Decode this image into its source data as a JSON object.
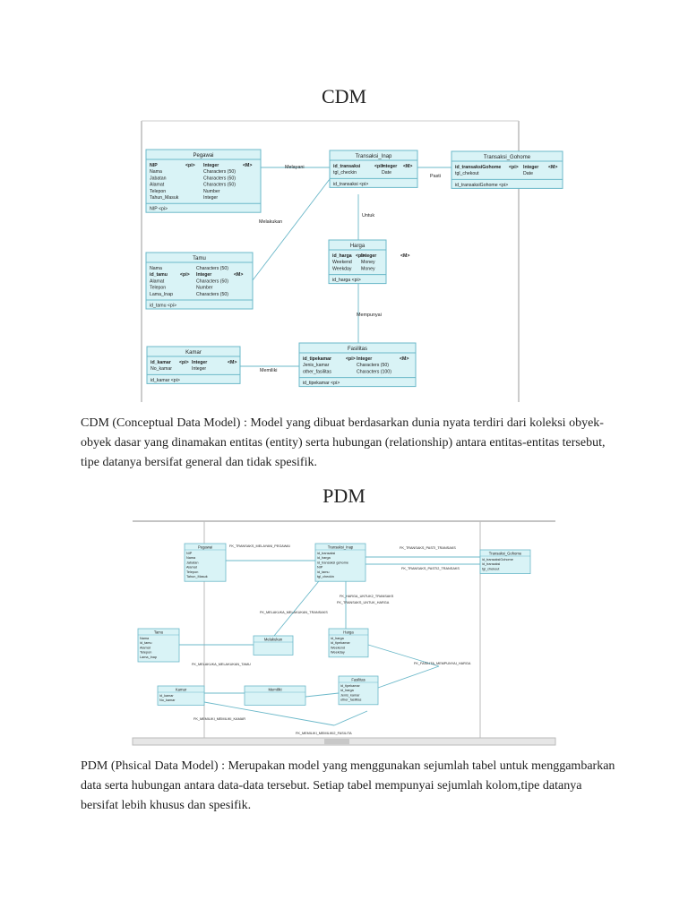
{
  "cdm": {
    "heading": "CDM",
    "paragraph": "CDM (Conceptual Data Model) : Model yang dibuat berdasarkan dunia nyata terdiri dari koleksi obyek-obyek dasar yang dinamakan entitas (entity) serta hubungan (relationship) antara entitas-entitas tersebut, tipe datanya bersifat general dan tidak spesifik.",
    "entities": [
      {
        "title": "Pegawai",
        "attrs": [
          [
            "NIP",
            "<pi>",
            "Integer",
            "<M>"
          ],
          [
            "Nama",
            "",
            "Characters (50)",
            ""
          ],
          [
            "Jabatan",
            "",
            "Characters (50)",
            ""
          ],
          [
            "Alamat",
            "",
            "Characters (50)",
            ""
          ],
          [
            "Telepon",
            "",
            "Number",
            ""
          ],
          [
            "Tahun_Masuk",
            "",
            "Integer",
            ""
          ]
        ],
        "identifier": "NIP <pi>"
      },
      {
        "title": "Transaksi_Inap",
        "attrs": [
          [
            "id_transaksi",
            "<pi>",
            "Integer",
            "<M>"
          ],
          [
            "tgl_checkin",
            "",
            "Date",
            ""
          ]
        ],
        "identifier": "id_transaksi <pi>"
      },
      {
        "title": "Transaksi_Gohome",
        "attrs": [
          [
            "id_transaksiGohome",
            "<pi>",
            "Integer",
            "<M>"
          ],
          [
            "tgl_chekout",
            "",
            "Date",
            ""
          ]
        ],
        "identifier": "id_transaksiGohome <pi>"
      },
      {
        "title": "Tamu",
        "attrs": [
          [
            "Nama",
            "",
            "Characters (50)",
            ""
          ],
          [
            "id_tamu",
            "<pi>",
            "Integer",
            "<M>"
          ],
          [
            "Alamat",
            "",
            "Characters (50)",
            ""
          ],
          [
            "Telepon",
            "",
            "Number",
            ""
          ],
          [
            "Lama_Inap",
            "",
            "Characters (50)",
            ""
          ]
        ],
        "identifier": "id_tamu <pi>"
      },
      {
        "title": "Harga",
        "attrs": [
          [
            "id_harga",
            "<pi>",
            "Integer",
            "<M>"
          ],
          [
            "Weekend",
            "",
            "Money",
            ""
          ],
          [
            "Weekday",
            "",
            "Money",
            ""
          ]
        ],
        "identifier": "id_harga <pi>"
      },
      {
        "title": "Kamar",
        "attrs": [
          [
            "id_kamar",
            "<pi>",
            "Integer",
            "<M>"
          ],
          [
            "No_kamar",
            "",
            "Integer",
            ""
          ]
        ],
        "identifier": "id_kamar <pi>"
      },
      {
        "title": "Fasilitas",
        "attrs": [
          [
            "id_tipekamar",
            "<pi>",
            "Integer",
            "<M>"
          ],
          [
            "Jenis_kamar",
            "",
            "Characters (50)",
            ""
          ],
          [
            "other_fasilitas",
            "",
            "Characters (100)",
            ""
          ]
        ],
        "identifier": "id_tipekamar <pi>"
      }
    ],
    "relationships": [
      "Melayani",
      "Pasti",
      "Melakukan",
      "Untuk",
      "Mempunyai",
      "Memiliki"
    ]
  },
  "pdm": {
    "heading": "PDM",
    "paragraph": "PDM (Phsical Data Model) : Merupakan model yang menggunakan sejumlah tabel untuk menggambarkan data serta hubungan antara data-data tersebut. Setiap tabel mempunyai sejumlah kolom,tipe datanya bersifat lebih khusus dan spesifik.",
    "tables": [
      {
        "title": "Pegawai",
        "rows": [
          "NIP",
          "Nama",
          "Jabatan",
          "Alamat",
          "Telepon",
          "Tahun_Masuk"
        ]
      },
      {
        "title": "Transaksi_Inap",
        "rows": [
          "id_transaksi",
          "id_harga",
          "id_transaksi gohome",
          "NIP",
          "id_tamu",
          "tgl_checkin"
        ]
      },
      {
        "title": "Transaksi_Gohome",
        "rows": [
          "id_transaksiGohome",
          "id_transaksi",
          "tgl_chekout"
        ]
      },
      {
        "title": "Tamu",
        "rows": [
          "Nama",
          "id_tamu",
          "Alamat",
          "Telepon",
          "Lama_Inap"
        ]
      },
      {
        "title": "Melakukan",
        "rows": []
      },
      {
        "title": "Harga",
        "rows": [
          "id_harga",
          "id_tipekamar",
          "Weekend",
          "Weekday"
        ]
      },
      {
        "title": "Kamar",
        "rows": [
          "id_kamar",
          "No_kamar"
        ]
      },
      {
        "title": "Memiliki",
        "rows": []
      },
      {
        "title": "Fasilitas",
        "rows": [
          "id_tipekamar",
          "id_harga",
          "Jenis_kamar",
          "other_fasilitas"
        ]
      }
    ],
    "fk_labels": [
      "FK_TRANSAKS_MELAYANI_PEGAWAI",
      "FK_TRANSAKS_PASTI_TRANSAKS",
      "FK_TRANSAKS_PASTI2_TRANSAKS",
      "FK_HARGA_UNTUK2_TRANSAKS",
      "FK_TRANSAKS_UNTUK_HARGA",
      "FK_MELAKUKA_MELAKUKAN_TRANSAKS",
      "FK_MELAKUKA_MELAKUKAN_TAMU",
      "FK_FASILITA_MEMPUNYAI_HARGA",
      "FK_MEMILIKI_MEMILIKI_KAMAR",
      "FK_MEMILIKI_MEMILIKI2_FASILITA"
    ]
  },
  "colors": {
    "entity_fill": "#d9f3f6",
    "entity_stroke": "#6bb8c9",
    "line": "#6bb8c9"
  }
}
